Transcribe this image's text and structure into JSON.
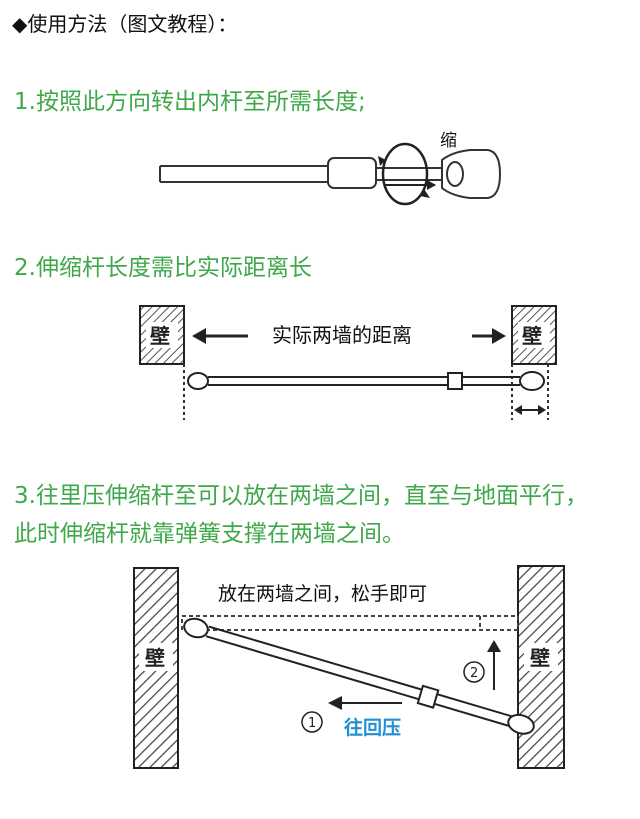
{
  "title": "◆使用方法（图文教程）：",
  "steps": {
    "s1": "1.按照此方向转出内杆至所需长度;",
    "s2": "2.伸缩杆长度需比实际距离长",
    "s3a": "3.往里压伸缩杆至可以放在两墙之间，直至与地面平行，",
    "s3b": "此时伸缩杆就靠弹簧支撑在两墙之间。"
  },
  "diagram1": {
    "shrink_label": "缩"
  },
  "diagram2": {
    "wall_label": "壁",
    "distance_label": "实际两墙的距离"
  },
  "diagram3": {
    "wall_label": "壁",
    "caption": "放在两墙之间，松手即可",
    "num1": "1",
    "num2": "2",
    "press_label": "往回压",
    "press_color": "#1f8fd6"
  },
  "colors": {
    "step_text": "#3fa84a",
    "line": "#333333"
  }
}
